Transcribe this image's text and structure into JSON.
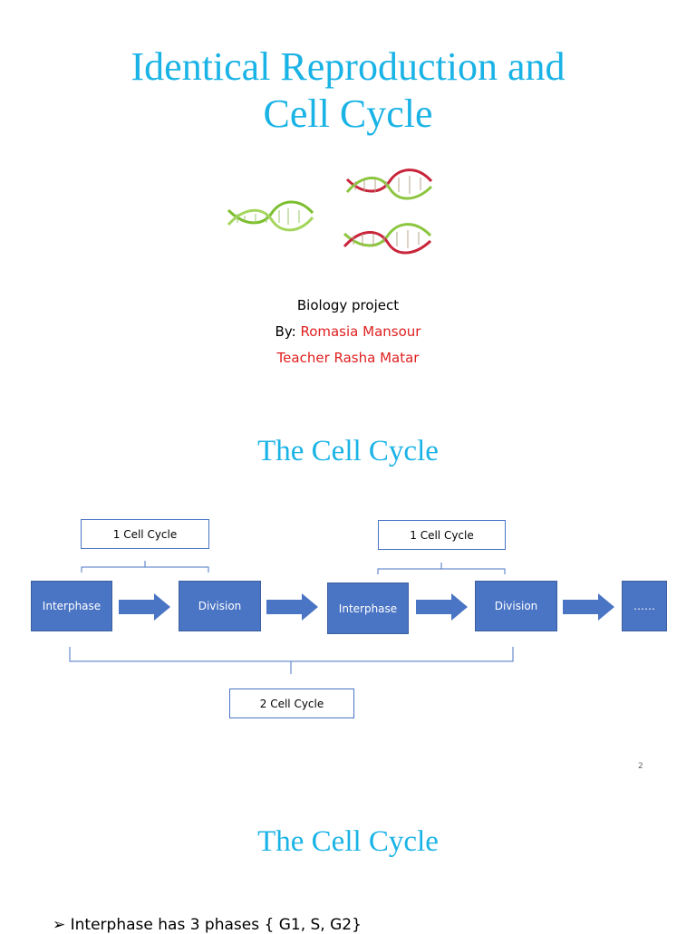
{
  "slide1": {
    "title_line1": "Identical Reproduction and",
    "title_line2": "Cell Cycle",
    "subtitle": "Biology project",
    "by_prefix": "By: ",
    "author": "Romasia Mansour",
    "teacher": "Teacher Rasha Matar"
  },
  "slide2": {
    "title": "The Cell Cycle",
    "boxes": [
      "Interphase",
      "Division",
      "Interphase",
      "Division",
      "……"
    ],
    "bracket_labels": [
      "1 Cell Cycle",
      "1 Cell Cycle",
      "2 Cell Cycle"
    ],
    "page_number": "2"
  },
  "slide3": {
    "title": "The Cell Cycle",
    "bullet": "➢ Interphase has 3 phases { G1, S, G2}"
  },
  "colors": {
    "title": "#1ab3e6",
    "box_fill": "#4a74c4",
    "highlight_text": "#e02020"
  }
}
